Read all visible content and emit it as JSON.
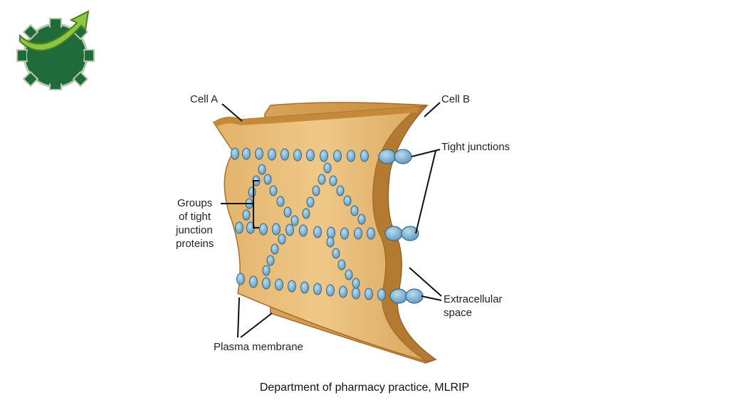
{
  "colors": {
    "membrane": "#e8bd73",
    "membrane_dark": "#c8903e",
    "membrane_edge": "#a86d2a",
    "protein": "#7fb4d4",
    "protein_edge": "#35688c",
    "logo_green": "#1f6b3a",
    "logo_arrow": "#8dc63f"
  },
  "logo": {
    "icon": "gear-arrow-logo-icon"
  },
  "diagram": {
    "labels": {
      "cell_a": "Cell A",
      "cell_b": "Cell B",
      "tight_junctions": "Tight junctions",
      "groups_line1": "Groups",
      "groups_line2": "of tight",
      "groups_line3": "junction",
      "groups_line4": "proteins",
      "extracellular_line1": "Extracellular",
      "extracellular_line2": "space",
      "plasma_membrane": "Plasma membrane"
    }
  },
  "footer": {
    "text": "Department of pharmacy practice, MLRIP"
  }
}
